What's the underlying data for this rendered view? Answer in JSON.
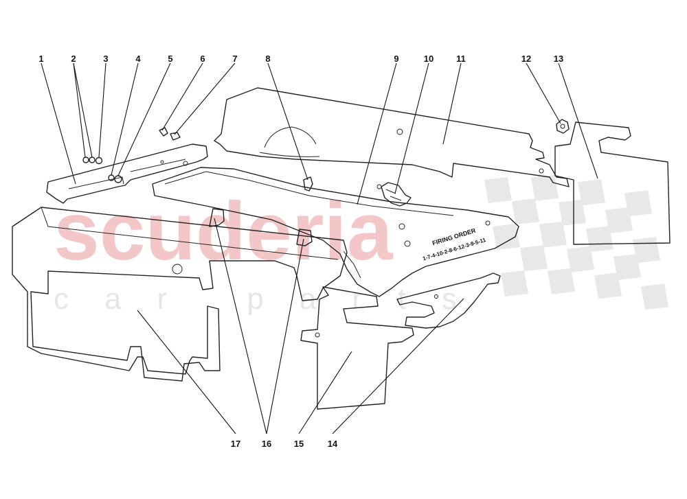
{
  "watermark": {
    "brand": "scuderia",
    "subtitle": "car parts",
    "brand_color": "#f3c6c8",
    "checker_color": "#e8e8e8"
  },
  "plate": {
    "title": "FIRING ORDER",
    "sequence": "1-7-4-10-2-8-6-12-3-9-5-11"
  },
  "callouts": [
    "1",
    "2",
    "3",
    "4",
    "5",
    "6",
    "7",
    "8",
    "9",
    "10",
    "11",
    "12",
    "13",
    "14",
    "15",
    "16",
    "17"
  ]
}
